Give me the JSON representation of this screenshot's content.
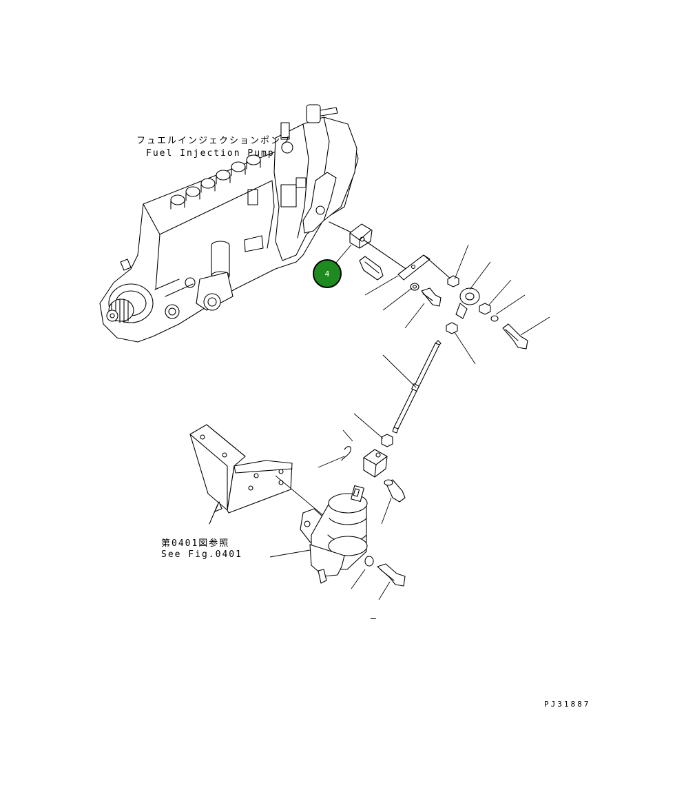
{
  "labels": {
    "pump_jp": "フュエルインジェクションポンプ",
    "pump_en": "Fuel Injection Pump",
    "fig_ref_jp": "第0401図参照",
    "fig_ref_en": "See Fig.0401",
    "drawing_code": "PJ31887",
    "dash": "–"
  },
  "callouts": [
    {
      "number": "4",
      "color": "#1f8a1f",
      "ring": "#000000"
    }
  ]
}
